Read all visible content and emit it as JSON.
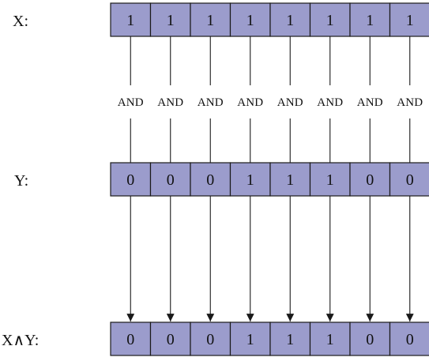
{
  "rows": {
    "x": {
      "label": "X:",
      "bits": [
        "1",
        "1",
        "1",
        "1",
        "1",
        "1",
        "1",
        "1"
      ]
    },
    "y": {
      "label": "Y:",
      "bits": [
        "0",
        "0",
        "0",
        "1",
        "1",
        "1",
        "0",
        "0"
      ]
    },
    "result": {
      "label": "X∧Y:",
      "bits": [
        "0",
        "0",
        "0",
        "1",
        "1",
        "1",
        "0",
        "0"
      ]
    }
  },
  "operator_label": "AND",
  "colors": {
    "cell_fill": "#9b9ccc",
    "cell_stroke": "#1a1a1a",
    "line": "#1a1a1a",
    "text": "#111111"
  }
}
